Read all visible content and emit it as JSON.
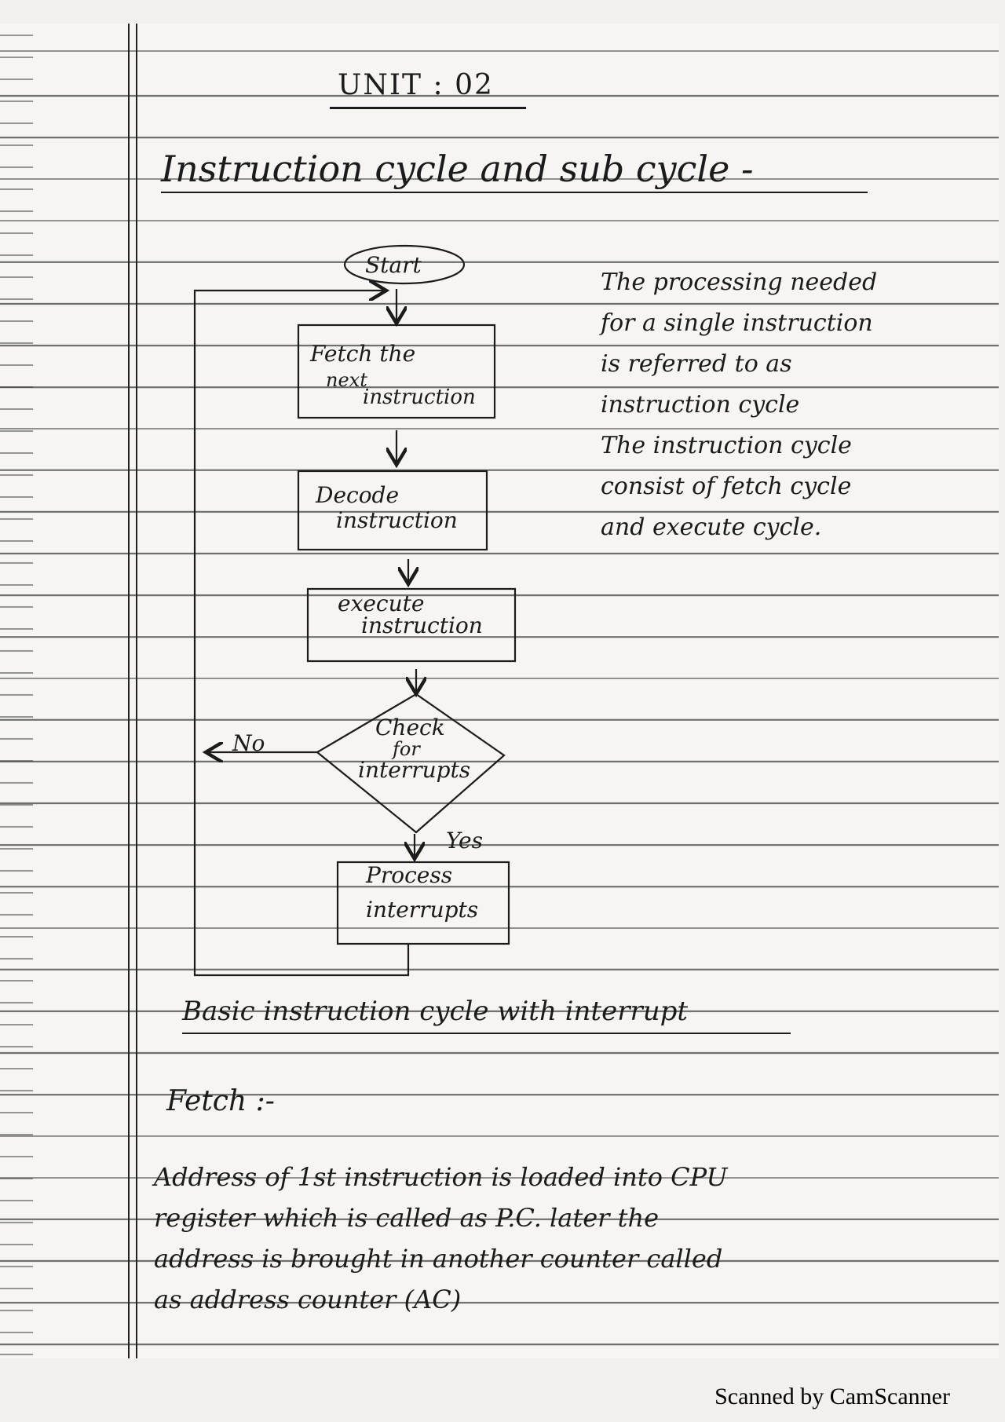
{
  "unit_title": "UNIT : 02",
  "heading": "Instruction cycle and sub cycle -",
  "flowchart": {
    "start": "Start",
    "fetch_line1": "Fetch the",
    "fetch_line2": "next",
    "fetch_line3": "instruction",
    "decode_line1": "Decode",
    "decode_line2": "instruction",
    "execute_line1": "execute",
    "execute_line2": "instruction",
    "check_line1": "Check",
    "check_line2": "for",
    "check_line3": "interrupts",
    "no_label": "No",
    "yes_label": "Yes",
    "process_line1": "Process",
    "process_line2": "interrupts"
  },
  "side_note": [
    "The processing needed",
    "for a single instruction",
    "is referred to as",
    "instruction cycle",
    "The instruction cycle",
    "consist of fetch cycle",
    "and execute cycle."
  ],
  "caption": "Basic instruction cycle with interrupt",
  "fetch_heading": "Fetch :-",
  "fetch_paragraph": [
    "Address of 1st instruction is loaded into CPU",
    "register which is called as P.C. later the",
    "address is brought in another counter called",
    "as address counter (AC)"
  ],
  "footer": "Scanned by CamScanner"
}
